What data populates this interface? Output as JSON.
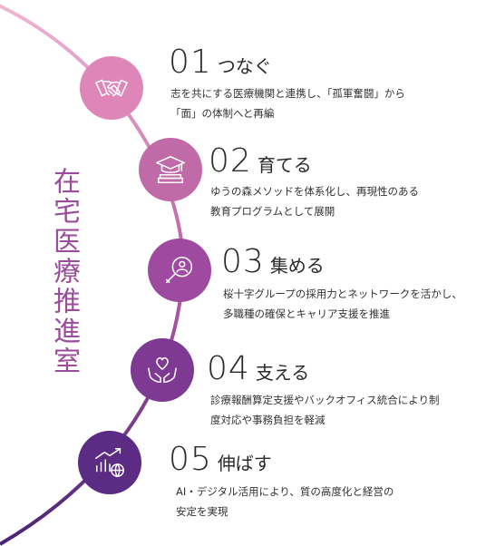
{
  "title": "在宅医療推進室",
  "colors": {
    "arc_top": "#e79bc6",
    "arc_bottom": "#5b2a82",
    "title": "#9a4d9a"
  },
  "items": [
    {
      "number": "01",
      "title": "つなぐ",
      "icon": "handshake-icon",
      "color": "#df86b8",
      "desc_line1": "志を共にする医療機関と連携し、「孤軍奮闘」から",
      "desc_line2": "「面」の体制へと再編"
    },
    {
      "number": "02",
      "title": "育てる",
      "icon": "graduation-cap-icon",
      "color": "#c06aa8",
      "desc_line1": "ゆうの森メソッドを体系化し、再現性のある",
      "desc_line2": "教育プログラムとして展開"
    },
    {
      "number": "03",
      "title": "集める",
      "icon": "magnifier-person-icon",
      "color": "#9e4aa0",
      "desc_line1": "桜十字グループの採用力とネットワークを活かし、",
      "desc_line2": "多職種の確保とキャリア支援を推進"
    },
    {
      "number": "04",
      "title": "支える",
      "icon": "heart-hands-icon",
      "color": "#7e3a93",
      "desc_line1": "診療報酬算定支援やバックオフィス統合により制",
      "desc_line2": "度対応や事務負担を軽減"
    },
    {
      "number": "05",
      "title": "伸ばす",
      "icon": "growth-chart-icon",
      "color": "#5c2b84",
      "desc_line1": "AI・デジタル活用により、質の高度化と経営の",
      "desc_line2": "安定を実現"
    }
  ]
}
